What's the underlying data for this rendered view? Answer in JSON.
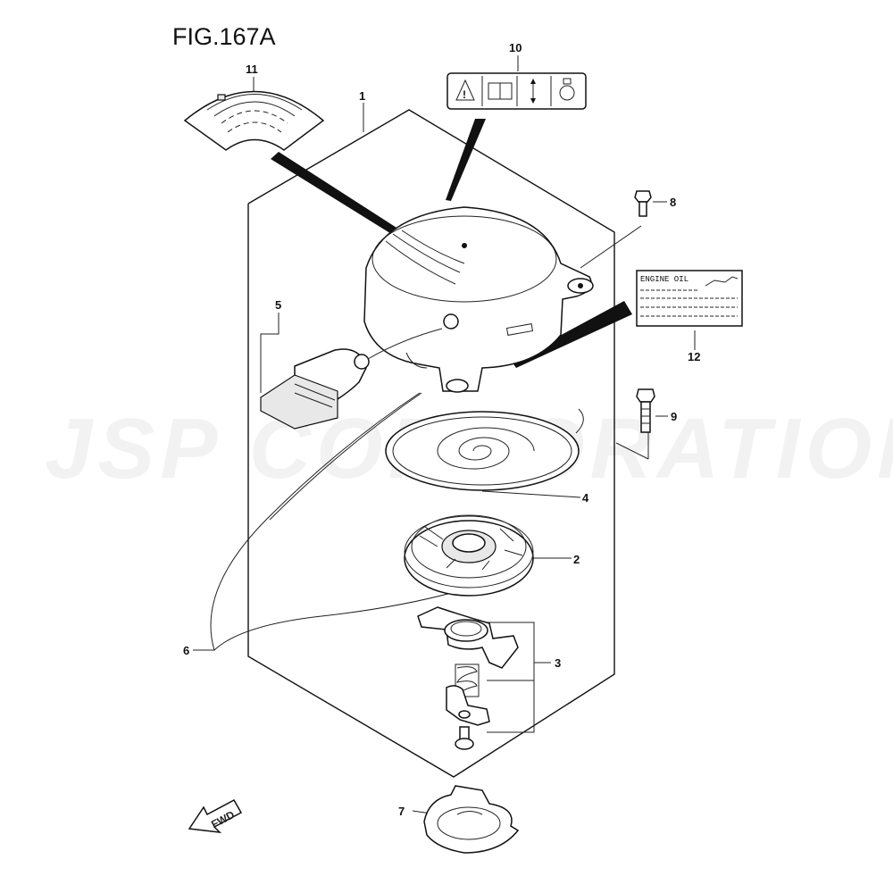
{
  "figure": {
    "title": "FIG.167A"
  },
  "watermark": {
    "text": "JSP CORPORATION"
  },
  "callouts": [
    {
      "id": "callout-1",
      "text": "1"
    },
    {
      "id": "callout-2",
      "text": "2"
    },
    {
      "id": "callout-3",
      "text": "3"
    },
    {
      "id": "callout-4",
      "text": "4"
    },
    {
      "id": "callout-5",
      "text": "5"
    },
    {
      "id": "callout-6",
      "text": "6"
    },
    {
      "id": "callout-7",
      "text": "7"
    },
    {
      "id": "callout-8",
      "text": "8"
    },
    {
      "id": "callout-9",
      "text": "9"
    },
    {
      "id": "callout-10",
      "text": "10"
    },
    {
      "id": "callout-11",
      "text": "11"
    },
    {
      "id": "callout-12",
      "text": "12"
    }
  ],
  "labels": {
    "engine_oil": "ENGINE OIL"
  },
  "direction": {
    "text": "FWD"
  }
}
